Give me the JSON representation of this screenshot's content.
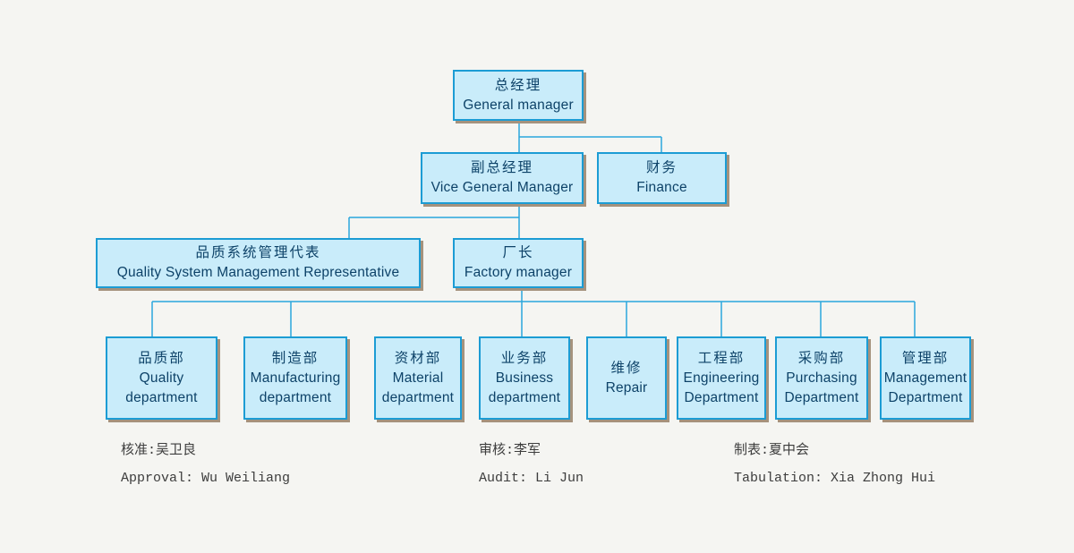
{
  "theme": {
    "bg": "#f5f5f2",
    "node_fill": "#c9ecfa",
    "node_border": "#1c9cd4",
    "connector": "#2aa7dc",
    "node_text": "#0d4268",
    "footer_text": "#3d3d3d",
    "shadow": "#a5927d"
  },
  "chart": {
    "nodes": {
      "general_manager": {
        "zh": "总经理",
        "en": "General manager"
      },
      "vice_general_manager": {
        "zh": "副总经理",
        "en": "Vice General Manager"
      },
      "finance": {
        "zh": "财务",
        "en": "Finance"
      },
      "quality_system_rep": {
        "zh": "品质系统管理代表",
        "en": "Quality System Management Representative"
      },
      "factory_manager": {
        "zh": "厂长",
        "en": "Factory manager"
      },
      "quality_dept": {
        "zh": "品质部",
        "en": "Quality department"
      },
      "manufacturing_dept": {
        "zh": "制造部",
        "en": "Manufacturing department"
      },
      "material_dept": {
        "zh": "资材部",
        "en": "Material department"
      },
      "business_dept": {
        "zh": "业务部",
        "en": "Business department"
      },
      "repair": {
        "zh": "维修",
        "en": "Repair"
      },
      "engineering_dept": {
        "zh": "工程部",
        "en": "Engineering Department"
      },
      "purchasing_dept": {
        "zh": "采购部",
        "en": "Purchasing Department"
      },
      "management_dept": {
        "zh": "管理部",
        "en": "Management Department"
      }
    }
  },
  "footer": {
    "approval": {
      "zh": "核准:吴卫良",
      "en": "Approval: Wu Weiliang"
    },
    "audit": {
      "zh": "审核:李军",
      "en": "Audit: Li Jun"
    },
    "tabulation": {
      "zh": "制表:夏中会",
      "en": "Tabulation: Xia Zhong Hui"
    }
  }
}
